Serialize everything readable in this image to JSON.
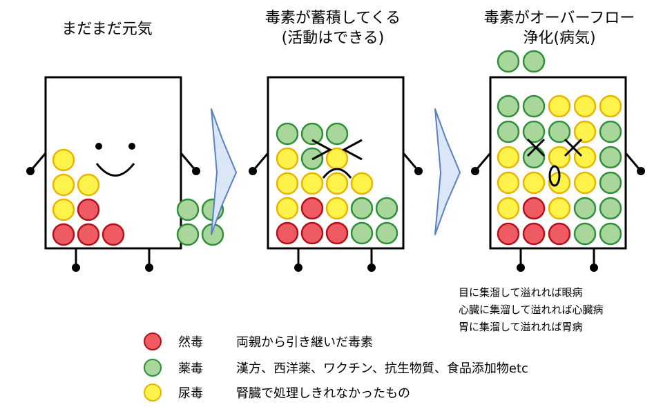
{
  "stages": [
    {
      "title_lines": [
        "まだまだ元気"
      ]
    },
    {
      "title_lines": [
        "毒素が蓄積してくる",
        "(活動はできる)"
      ]
    },
    {
      "title_lines": [
        "毒素がオーバーフロー",
        "浄化(病気)"
      ]
    }
  ],
  "notes": [
    "目に集溜して溢れれば眼病",
    "心臓に集溜して溢れれば心臓病",
    "胃に集溜して溢れれば胃病"
  ],
  "legend": [
    {
      "key": "red",
      "name": "然毒",
      "desc": "両親から引き継いだ毒素"
    },
    {
      "key": "green",
      "name": "薬毒",
      "desc": "漢方、西洋薬、ワクチン、抗生物質、食品添加物etc"
    },
    {
      "key": "yellow",
      "name": "尿毒",
      "desc": "腎臓で処理しきれなかったもの"
    }
  ],
  "colors": {
    "red": {
      "fill": "#ee5b63",
      "stroke": "#b4101a"
    },
    "green": {
      "fill": "#a9d69a",
      "stroke": "#2f8f3a"
    },
    "yellow": {
      "fill": "#fdf34a",
      "stroke": "#e8b400"
    },
    "arrow": {
      "fill": "#dbe6f7",
      "stroke": "#5b7fc4"
    }
  },
  "toxin_grids": [
    {
      "rows": [
        "Y.......",
        "YY......",
        "YR...GG.",
        "RRR..GG."
      ]
    },
    {
      "rows": [
        "GGG..",
        "YGY..",
        "YYYY.",
        "YRYGG",
        "RRRGG"
      ]
    },
    {
      "overflow": [
        "G",
        "G"
      ],
      "rows": [
        "GGYYY",
        "GGGYG",
        "YGYYG",
        "YYYYG",
        "YRYGG",
        "RRRGG"
      ]
    }
  ]
}
